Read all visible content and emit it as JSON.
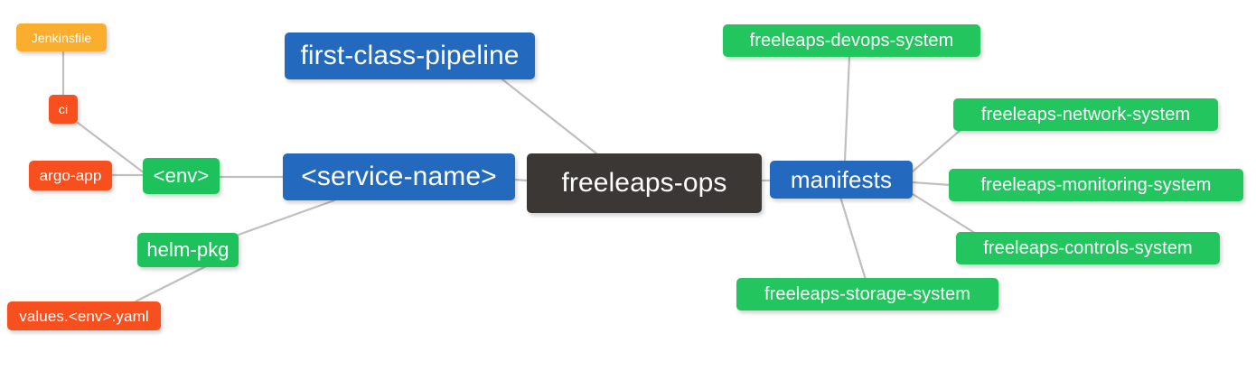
{
  "diagram": {
    "type": "mindmap",
    "title": "freeleaps-ops",
    "background": "#ffffff",
    "edge_color": "#bfbfbf",
    "palette": {
      "root": "#3b3735",
      "blue": "#2369bd",
      "green": "#1ec25c",
      "green_light": "#22c55e",
      "red": "#f7501e",
      "orange": "#fbad2e",
      "text": "#ffffff"
    }
  },
  "nodes": {
    "root": {
      "label": "freeleaps-ops",
      "color": "#3b3735",
      "font_size": "30px"
    },
    "first_class_pipeline": {
      "label": "first-class-pipeline",
      "color": "#2369bd",
      "font_size": "30px"
    },
    "service_name": {
      "label": "<service-name>",
      "color": "#2369bd",
      "font_size": "30px"
    },
    "manifests": {
      "label": "manifests",
      "color": "#2369bd",
      "font_size": "26px"
    },
    "env": {
      "label": "<env>",
      "color": "#1ec25c",
      "font_size": "22px"
    },
    "helm_pkg": {
      "label": "helm-pkg",
      "color": "#1ec25c",
      "font_size": "22px"
    },
    "jenkinsfile": {
      "label": "Jenkinsfile",
      "color": "#fbad2e",
      "font_size": "14px"
    },
    "ci": {
      "label": "ci",
      "color": "#f7501e",
      "font_size": "14px"
    },
    "argo_app": {
      "label": "argo-app",
      "color": "#f7501e",
      "font_size": "17px"
    },
    "values_yaml": {
      "label": "values.<env>.yaml",
      "color": "#f7501e",
      "font_size": "17px"
    },
    "devops_system": {
      "label": "freeleaps-devops-system",
      "color": "#22c55e",
      "font_size": "20px"
    },
    "network_system": {
      "label": "freeleaps-network-system",
      "color": "#22c55e",
      "font_size": "20px"
    },
    "monitoring_system": {
      "label": "freeleaps-monitoring-system",
      "color": "#22c55e",
      "font_size": "20px"
    },
    "controls_system": {
      "label": "freeleaps-controls-system",
      "color": "#22c55e",
      "font_size": "20px"
    },
    "storage_system": {
      "label": "freeleaps-storage-system",
      "color": "#22c55e",
      "font_size": "20px"
    }
  },
  "edges": [
    {
      "from": "jenkinsfile",
      "to": "ci"
    },
    {
      "from": "ci",
      "to": "env"
    },
    {
      "from": "argo_app",
      "to": "env"
    },
    {
      "from": "env",
      "to": "service_name"
    },
    {
      "from": "helm_pkg",
      "to": "service_name"
    },
    {
      "from": "values_yaml",
      "to": "helm_pkg"
    },
    {
      "from": "service_name",
      "to": "root"
    },
    {
      "from": "first_class_pipeline",
      "to": "root"
    },
    {
      "from": "root",
      "to": "manifests"
    },
    {
      "from": "manifests",
      "to": "devops_system"
    },
    {
      "from": "manifests",
      "to": "network_system"
    },
    {
      "from": "manifests",
      "to": "monitoring_system"
    },
    {
      "from": "manifests",
      "to": "controls_system"
    },
    {
      "from": "manifests",
      "to": "storage_system"
    }
  ]
}
